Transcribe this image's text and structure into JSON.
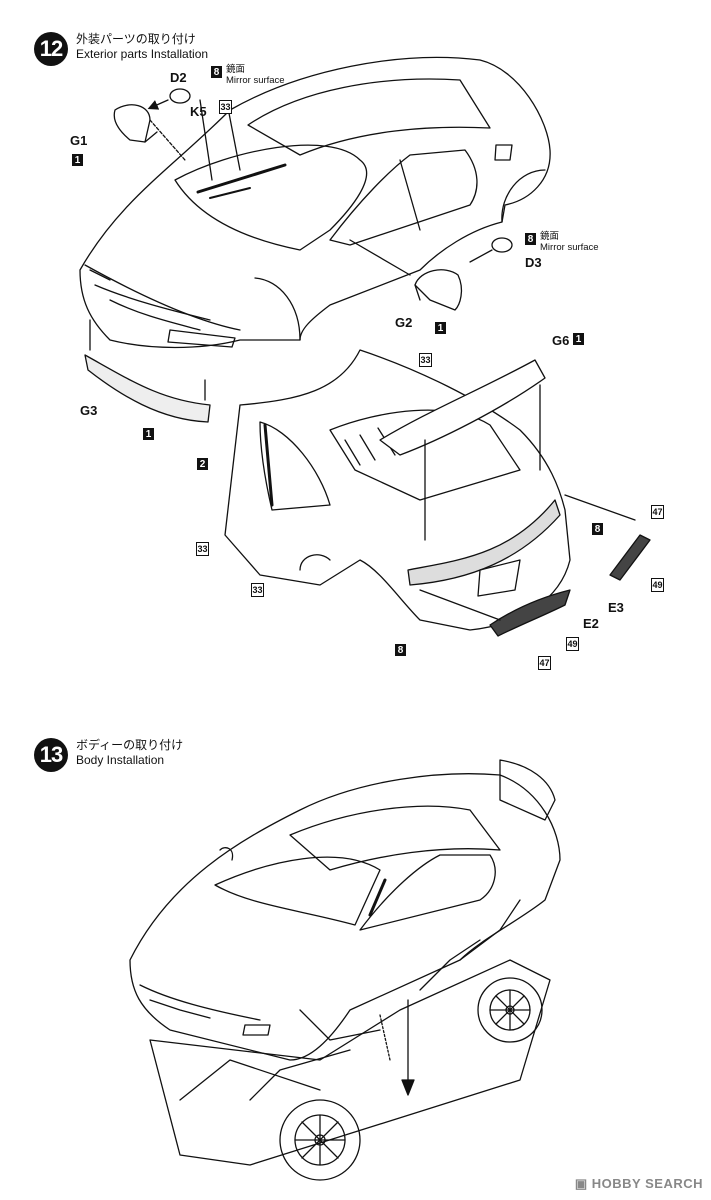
{
  "step12": {
    "number": "12",
    "title_jp": "外装パーツの取り付け",
    "title_en": "Exterior parts Installation"
  },
  "step13": {
    "number": "13",
    "title_jp": "ボディーの取り付け",
    "title_en": "Body Installation"
  },
  "mirror_note_left": {
    "color": "8",
    "jp": "鏡面",
    "en": "Mirror surface"
  },
  "mirror_note_right": {
    "color": "8",
    "jp": "鏡面",
    "en": "Mirror surface"
  },
  "labels": {
    "d2": "D2",
    "k5": "K5",
    "g1": "G1",
    "g2": "G2",
    "d3": "D3",
    "g3": "G3",
    "g6": "G6",
    "e2": "E2",
    "e3": "E3"
  },
  "paint_codes": {
    "g1": "1",
    "g2": "1",
    "g3": "1",
    "g6": "1",
    "k5": "33",
    "rear_wiper": "33",
    "window_a": "33",
    "window_b": "33",
    "window_trim": "2",
    "spoiler_l": "8",
    "spoiler_r": "8",
    "e2_a": "49",
    "e2_b": "47",
    "e3_a": "47",
    "e3_b": "49"
  },
  "watermark": "HOBBY SEARCH",
  "icons": {
    "watermark_logo": "hobby-search-logo"
  }
}
